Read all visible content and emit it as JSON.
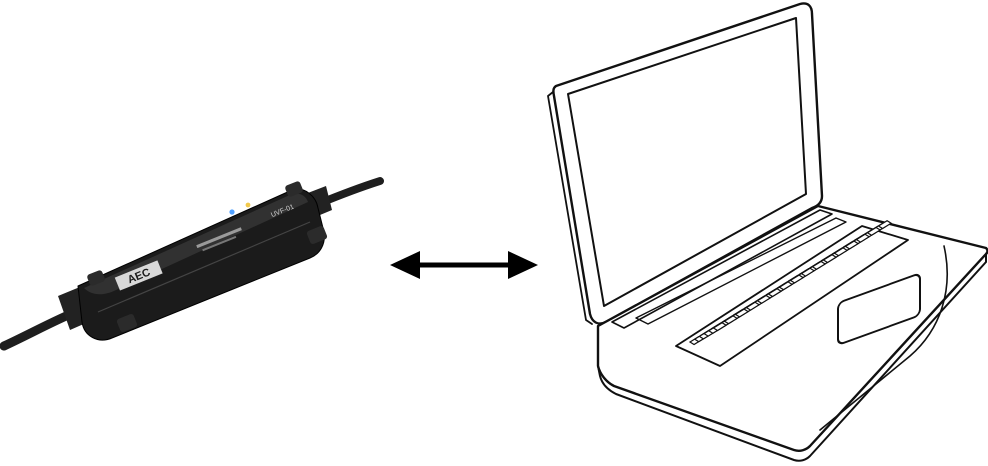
{
  "device": {
    "logo_text": "AEC",
    "model_text": "UVF-01",
    "body_color": "#1a1a1a",
    "led_colors": [
      "#4fa0ff",
      "#f2c94c"
    ]
  },
  "connection": {
    "arrow_type": "bidirectional",
    "color": "#000000"
  },
  "laptop": {
    "line_color": "#111111",
    "fill_color": "#ffffff"
  }
}
